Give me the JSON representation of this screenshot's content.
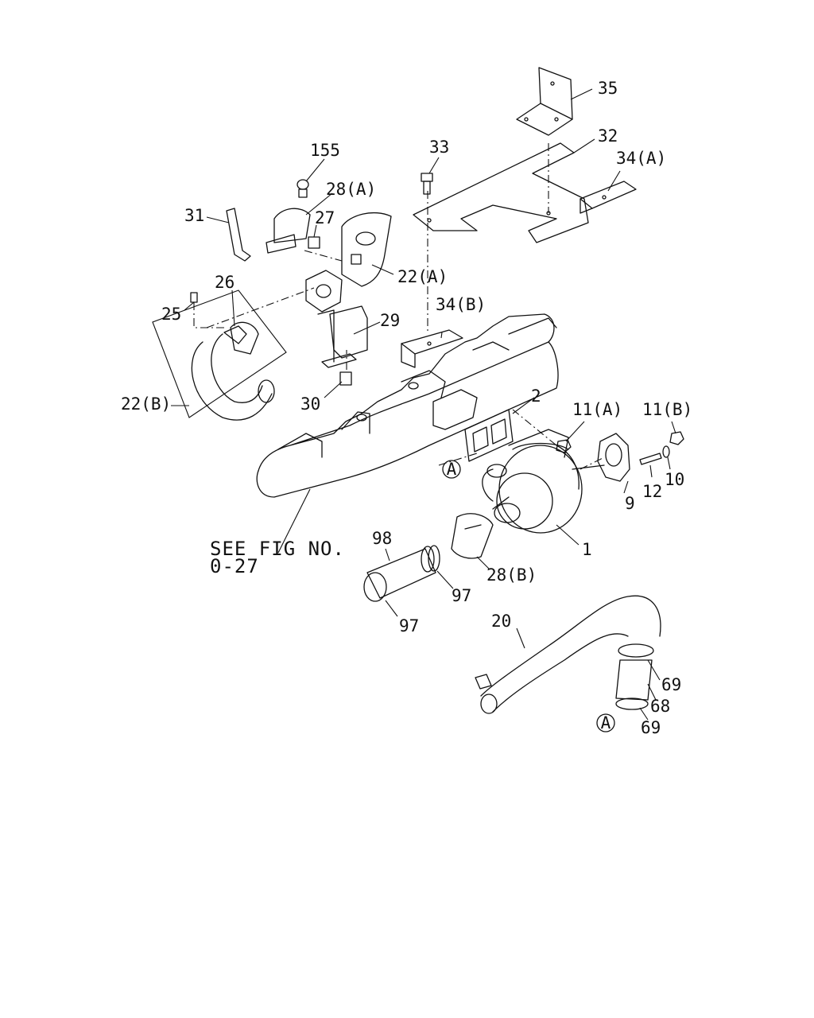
{
  "labels": {
    "l1": "1",
    "l2": "2",
    "l9": "9",
    "l10": "10",
    "l11a": "11(A)",
    "l11b": "11(B)",
    "l12": "12",
    "l20": "20",
    "l22a": "22(A)",
    "l22b": "22(B)",
    "l25": "25",
    "l26": "26",
    "l27": "27",
    "l28a": "28(A)",
    "l28b": "28(B)",
    "l29": "29",
    "l30": "30",
    "l31": "31",
    "l32": "32",
    "l33": "33",
    "l34a": "34(A)",
    "l34b": "34(B)",
    "l35": "35",
    "l68": "68",
    "l69a": "69",
    "l69b": "69",
    "l97a": "97",
    "l97b": "97",
    "l98": "98",
    "l155": "155"
  },
  "markers": {
    "a1": "A",
    "a2": "A"
  },
  "note": {
    "line1": "SEE FIG NO.",
    "line2": "0-27"
  }
}
